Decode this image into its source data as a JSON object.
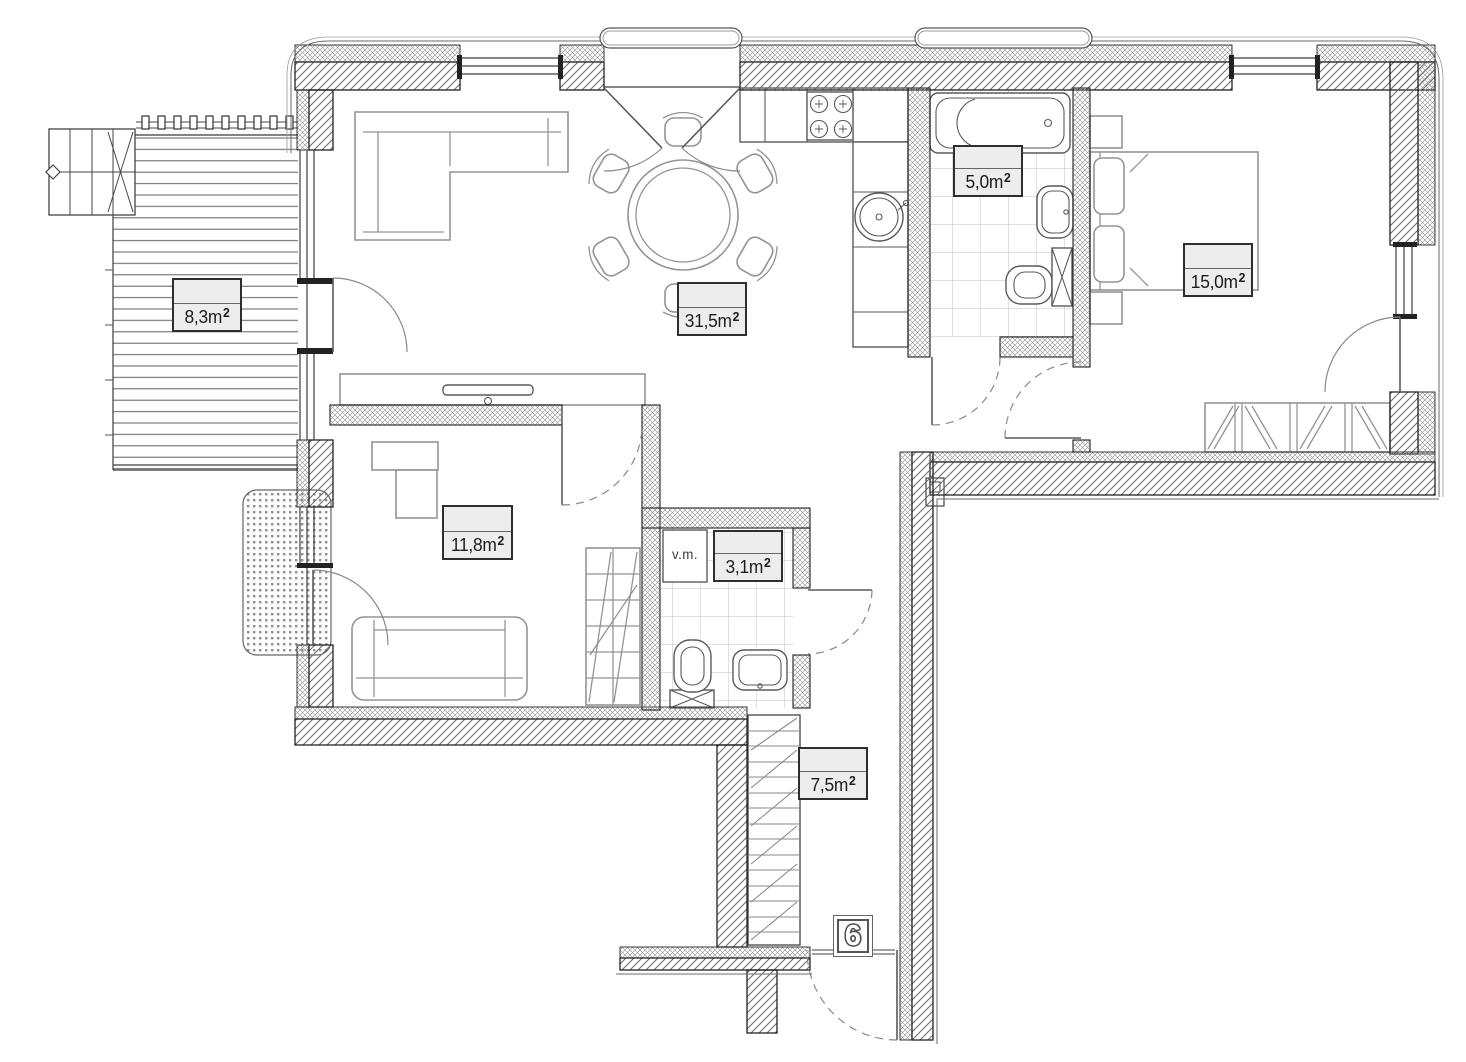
{
  "plan": {
    "apartment_number": "6",
    "washing_machine_label": "v.m.",
    "area_superscript": "2",
    "rooms": [
      {
        "id": "terrace",
        "area": "8,3m"
      },
      {
        "id": "living-room-kitchen",
        "area": "31,5m"
      },
      {
        "id": "bathroom",
        "area": "5,0m"
      },
      {
        "id": "bedroom-large",
        "area": "15,0m"
      },
      {
        "id": "bedroom-small",
        "area": "11,8m"
      },
      {
        "id": "wc",
        "area": "3,1m"
      },
      {
        "id": "entrance-hall",
        "area": "7,5m"
      }
    ],
    "colors": {
      "background": "#ffffff",
      "wall_line": "#222222",
      "furniture_line": "#949494",
      "fixture_line": "#5a5a5a",
      "label_fill": "#ededed"
    }
  }
}
